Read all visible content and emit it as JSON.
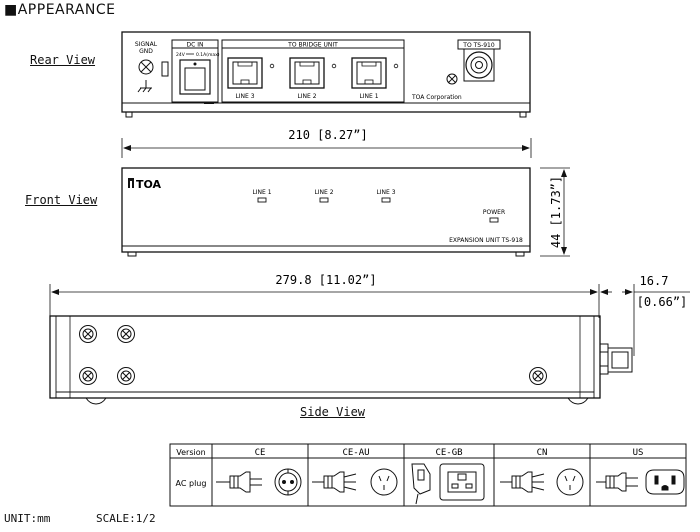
{
  "heading": "■APPEARANCE",
  "views": {
    "rear": "Rear View",
    "front": "Front View",
    "side": "Side View"
  },
  "rear_panel": {
    "signal_gnd": [
      "SIGNAL",
      "GND"
    ],
    "dc_in": "DC IN",
    "dc_spec": "24V",
    "dc_current": "0.1A(max)",
    "bridge": "TO BRIDGE UNIT",
    "ports": [
      "LINE 3",
      "LINE 2",
      "LINE 1"
    ],
    "ts910": "TO TS-910",
    "maker": "TOA Corporation"
  },
  "front_panel": {
    "logo": "TOA",
    "leds": [
      "LINE 1",
      "LINE 2",
      "LINE 3"
    ],
    "power": "POWER",
    "model": "EXPANSION UNIT TS-918"
  },
  "dimensions": {
    "width": "210 [8.27”]",
    "height": "44 [1.73”]",
    "depth": "279.8 [11.02”]",
    "connector": "16.7",
    "connector_in": "[0.66”]"
  },
  "table": {
    "row_headers": [
      "Version",
      "AC plug"
    ],
    "versions": [
      "CE",
      "CE-AU",
      "CE-GB",
      "CN",
      "US"
    ]
  },
  "footer": {
    "unit": "UNIT:mm",
    "scale": "SCALE:1/2"
  }
}
